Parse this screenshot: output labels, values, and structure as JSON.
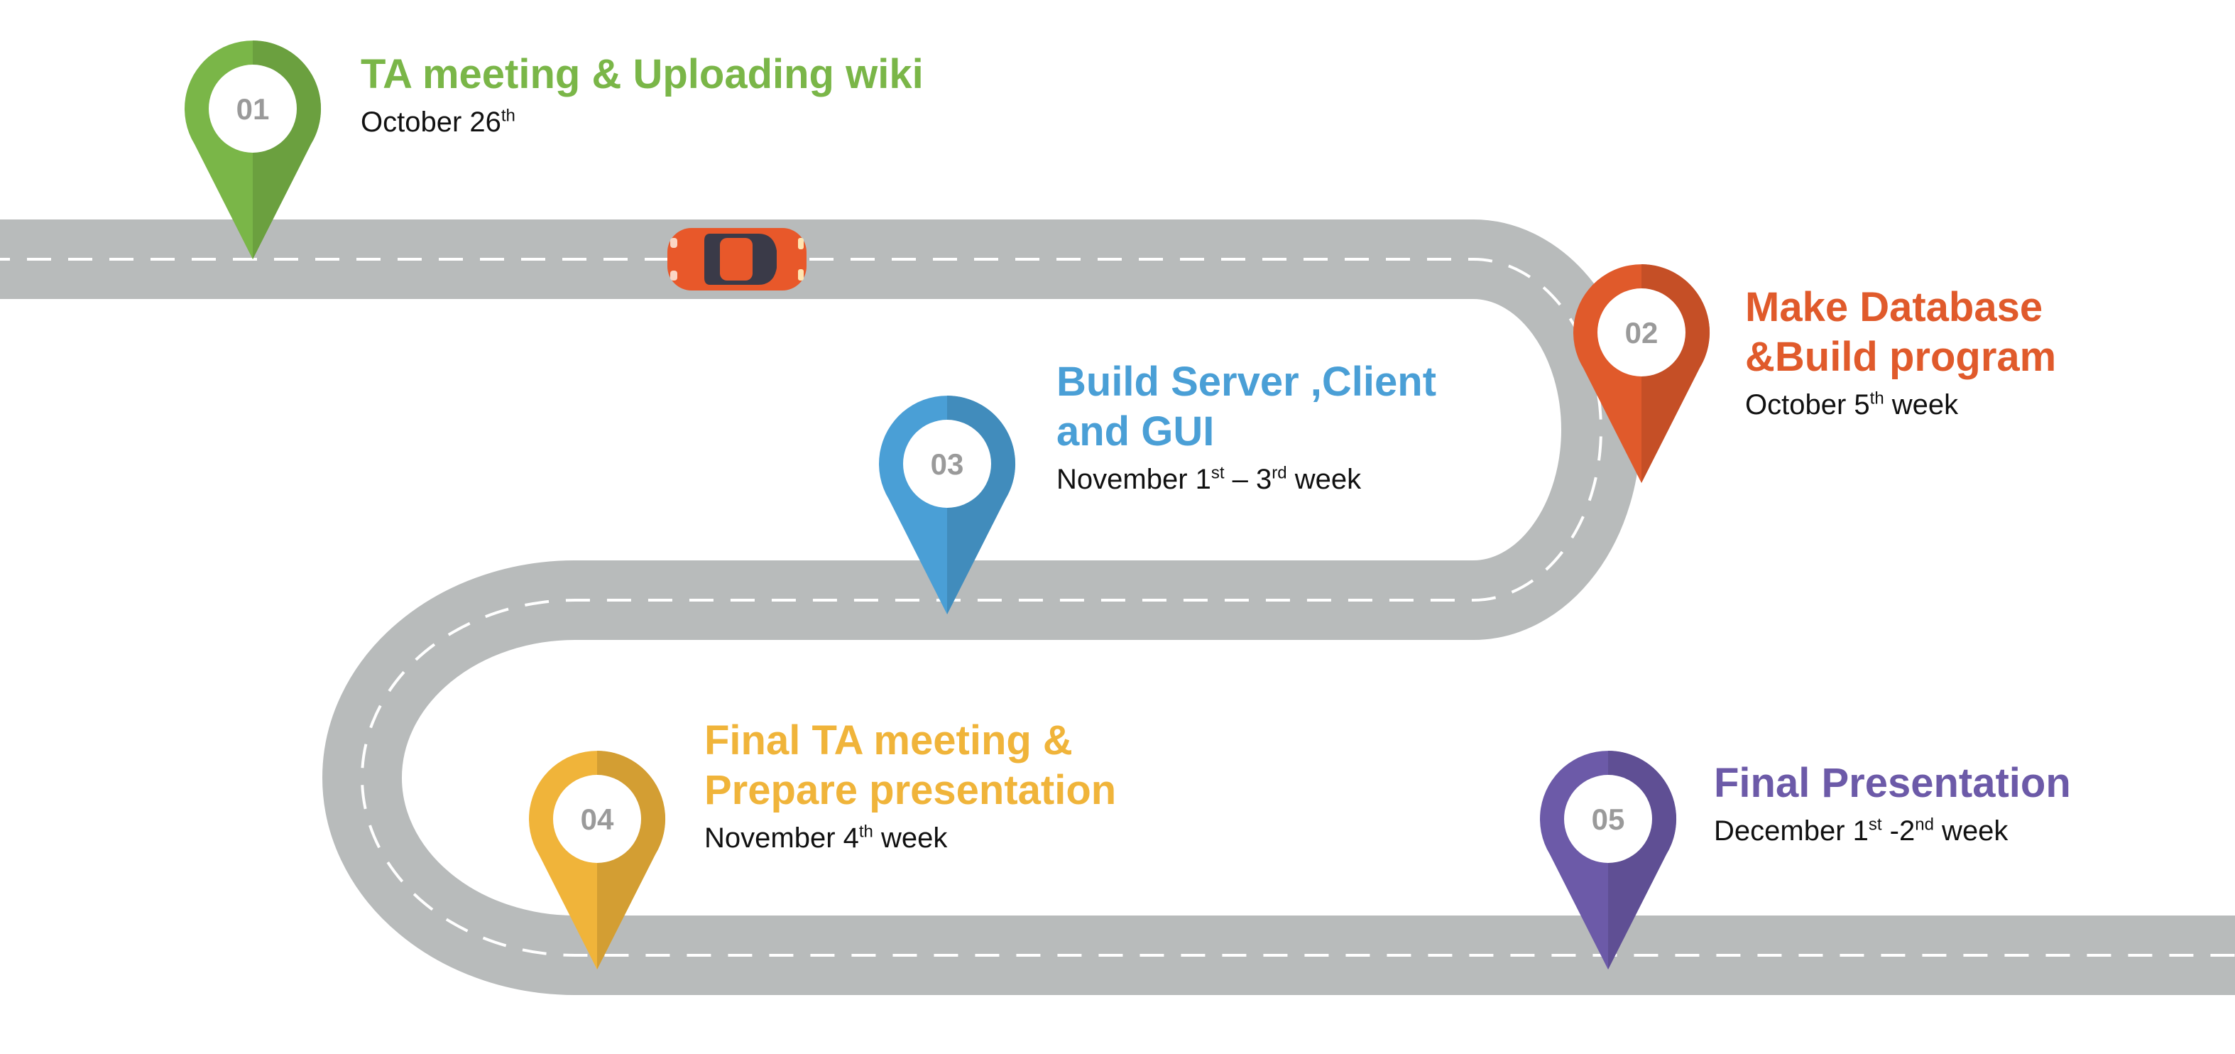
{
  "colors": {
    "road": "#b8bbbb",
    "lane": "#ffffff",
    "car": "#e8582a"
  },
  "milestones": [
    {
      "number": "01",
      "color": "#7ab648",
      "title_lines": [
        "TA meeting & Uploading wiki"
      ],
      "date_parts": [
        {
          "t": "October 26",
          "sup": false
        },
        {
          "t": "th",
          "sup": true
        }
      ]
    },
    {
      "number": "02",
      "color": "#e05a2b",
      "title_lines": [
        "Make Database",
        "&Build program"
      ],
      "date_parts": [
        {
          "t": "October 5",
          "sup": false
        },
        {
          "t": "th",
          "sup": true
        },
        {
          "t": " week",
          "sup": false
        }
      ]
    },
    {
      "number": "03",
      "color": "#4a9fd6",
      "title_lines": [
        "Build Server ,Client",
        "and GUI"
      ],
      "date_parts": [
        {
          "t": "November 1",
          "sup": false
        },
        {
          "t": "st",
          "sup": true
        },
        {
          "t": " – 3",
          "sup": false
        },
        {
          "t": "rd",
          "sup": true
        },
        {
          "t": " week",
          "sup": false
        }
      ]
    },
    {
      "number": "04",
      "color": "#f0b43a",
      "title_lines": [
        "Final TA meeting &",
        "Prepare presentation"
      ],
      "date_parts": [
        {
          "t": "November 4",
          "sup": false
        },
        {
          "t": "th",
          "sup": true
        },
        {
          "t": " week",
          "sup": false
        }
      ]
    },
    {
      "number": "05",
      "color": "#6c5aa8",
      "title_lines": [
        "Final Presentation"
      ],
      "date_parts": [
        {
          "t": "December 1",
          "sup": false
        },
        {
          "t": "st",
          "sup": true
        },
        {
          "t": " -2",
          "sup": false
        },
        {
          "t": "nd",
          "sup": true
        },
        {
          "t": " week",
          "sup": false
        }
      ]
    }
  ]
}
